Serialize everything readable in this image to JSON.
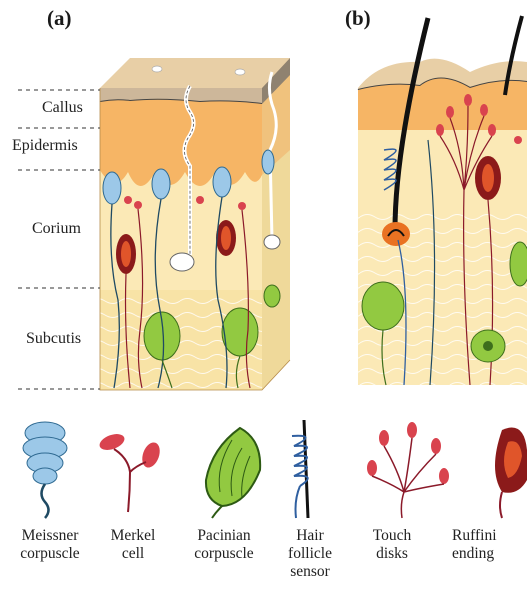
{
  "panels": {
    "a": "(a)",
    "b": "(b)"
  },
  "layers": [
    {
      "label": "Callus"
    },
    {
      "label": "Epidermis"
    },
    {
      "label": "Corium"
    },
    {
      "label": "Subcutis"
    }
  ],
  "legend": [
    {
      "line1": "Meissner",
      "line2": "corpuscle",
      "line3": ""
    },
    {
      "line1": "Merkel",
      "line2": "cell",
      "line3": ""
    },
    {
      "line1": "Pacinian",
      "line2": "corpuscle",
      "line3": ""
    },
    {
      "line1": "Hair",
      "line2": "follicle",
      "line3": "sensor"
    },
    {
      "line1": "Touch",
      "line2": "disks",
      "line3": ""
    },
    {
      "line1": "Ruffini",
      "line2": "ending",
      "line3": ""
    }
  ],
  "colors": {
    "callus": "#d7c3a4",
    "epidermis": "#f6b565",
    "corium": "#fbe9b6",
    "subcutis": "#f8e3a6",
    "meissner": "#9cc8e8",
    "merkel": "#d9434e",
    "pacinian": "#92c941",
    "ruffini": "#8b1a1a",
    "nerve": "#1f4a63"
  }
}
